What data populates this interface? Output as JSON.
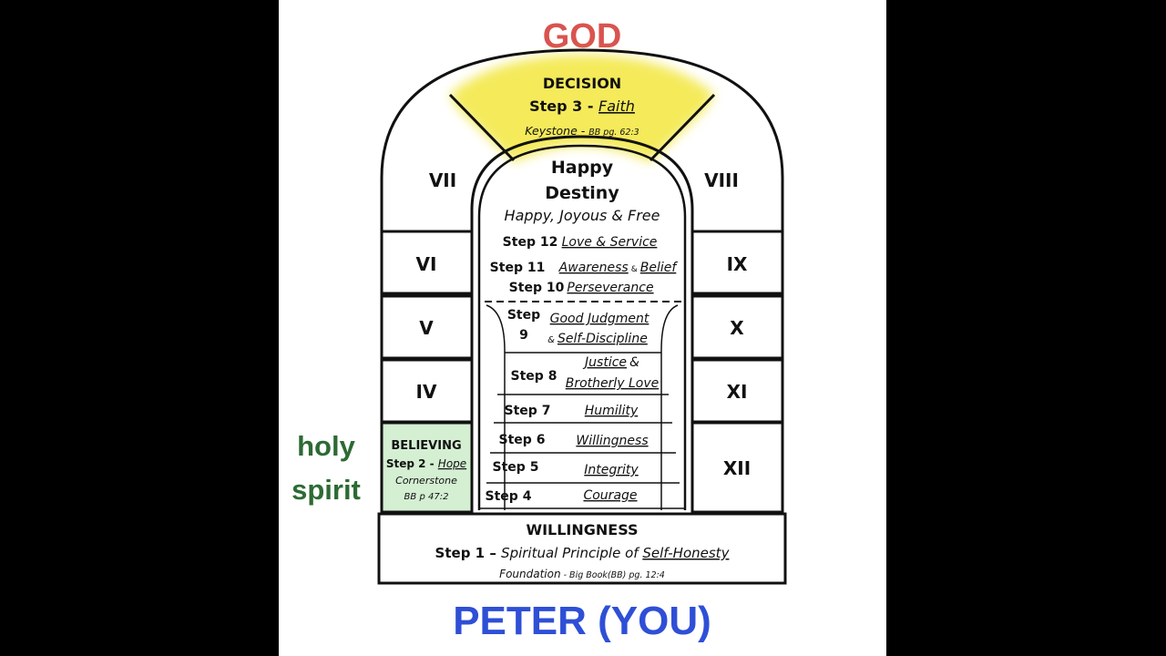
{
  "colors": {
    "top_title": "#d9534f",
    "bottom_title": "#2e4fd6",
    "side_label": "#2d6a34",
    "keystone_fill": "#f3e84a",
    "believing_fill": "#d4efd2",
    "ink": "#111111"
  },
  "labels": {
    "top": "GOD",
    "bottom": "PETER (YOU)",
    "side_line1": "holy",
    "side_line2": "spirit"
  },
  "keystone": {
    "heading": "DECISION",
    "step_prefix": "Step 3 - ",
    "step_name": "Faith",
    "note_prefix": "Keystone - ",
    "note_ref": "BB pg. 62:3"
  },
  "left_blocks": [
    "VII",
    "VI",
    "V",
    "IV"
  ],
  "right_blocks": [
    "VIII",
    "IX",
    "X",
    "XI",
    "XII"
  ],
  "believing": {
    "heading": "BELIEVING",
    "step_prefix": "Step 2 - ",
    "step_name": "Hope",
    "note": "Cornerstone",
    "ref": "BB p 47:2"
  },
  "destiny": {
    "line1": "Happy",
    "line2": "Destiny",
    "subtitle": "Happy, Joyous & Free"
  },
  "steps": [
    {
      "label": "Step 12",
      "name": "Love & Service"
    },
    {
      "label": "Step 11",
      "name_a": "Awareness",
      "amp": "&",
      "name_b": "Belief"
    },
    {
      "label": "Step 10",
      "name": "Perseverance"
    },
    {
      "label_a": "Step",
      "label_b": "9",
      "name_a": "Good Judgment",
      "amp": "&",
      "name_b": "Self-Discipline"
    },
    {
      "label": "Step 8",
      "name_a": "Justice",
      "amp": "&",
      "name_b": "Brotherly Love"
    },
    {
      "label": "Step 7",
      "name": "Humility"
    },
    {
      "label": "Step 6",
      "name": "Willingness"
    },
    {
      "label": "Step 5",
      "name": "Integrity"
    },
    {
      "label": "Step 4",
      "name": "Courage"
    }
  ],
  "foundation": {
    "heading": "WILLINGNESS",
    "step_prefix": "Step 1 – ",
    "step_mid": "Spiritual Principle of ",
    "step_name": "Self-Honesty",
    "note_prefix": "Foundation",
    "note_ref": " - Big Book(BB) pg. 12:4"
  }
}
